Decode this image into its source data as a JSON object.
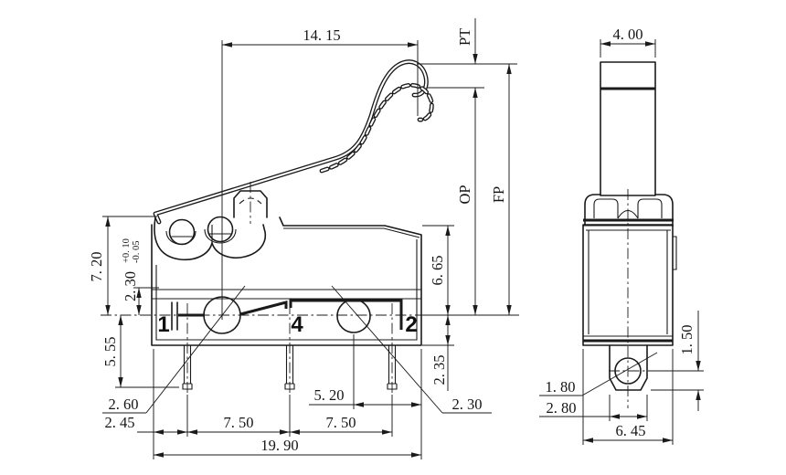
{
  "colors": {
    "line": "#1a1a1a",
    "background": "#ffffff"
  },
  "side_view": {
    "dims": {
      "lever_tip_reach": "14. 15",
      "pretravel_label": "PT",
      "operating_position_label": "OP",
      "free_position_label": "FP",
      "case_top_to_terminal_line": "7. 20",
      "terminal_step": "2. 30",
      "terminal_step_tol_upper": "+0. 10",
      "terminal_step_tol_lower": "-0. 05",
      "pin_length": "5. 55",
      "hole1_diameter": "2. 60",
      "edge_to_pin1": "2. 45",
      "pin_pitch_left": "7. 50",
      "pin_pitch_right": "7. 50",
      "hole2_to_edge": "5. 20",
      "case_width": "19. 90",
      "terminal_line_to_top": "6. 65",
      "terminal_line_to_bottom": "2. 35",
      "hole2_diameter": "2. 30"
    },
    "terminals": {
      "t1": "1",
      "t4": "4",
      "t2": "2"
    }
  },
  "front_view": {
    "dims": {
      "lever_width": "4. 00",
      "mount_hole_diameter": "1. 80",
      "tab_width": "2. 80",
      "body_width": "6. 45",
      "hole_center_to_tab_bottom": "1. 50"
    }
  }
}
